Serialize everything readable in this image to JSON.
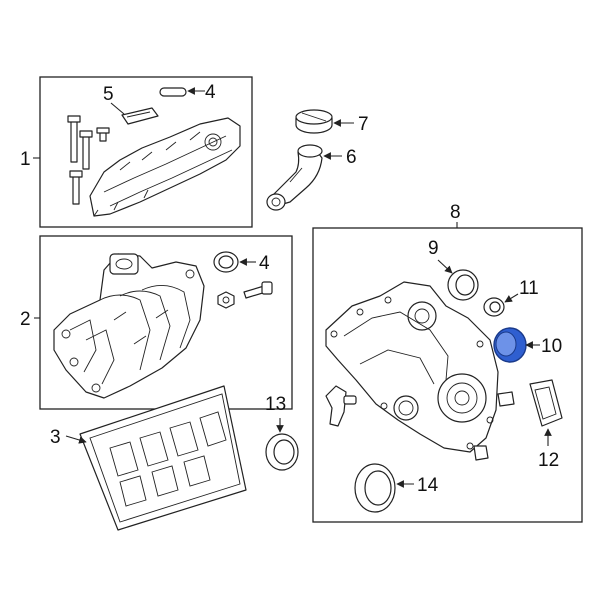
{
  "callouts": {
    "c1": "1",
    "c2": "2",
    "c3": "3",
    "c4a": "4",
    "c4b": "4",
    "c5": "5",
    "c6": "6",
    "c7": "7",
    "c8": "8",
    "c9": "9",
    "c10": "10",
    "c11": "11",
    "c12": "12",
    "c13": "13",
    "c14": "14"
  },
  "colors": {
    "line": "#222222",
    "background": "#ffffff",
    "highlight_fill": "#2f5fd0",
    "highlight_stroke": "#1a3a8a"
  },
  "highlighted_part": "10"
}
